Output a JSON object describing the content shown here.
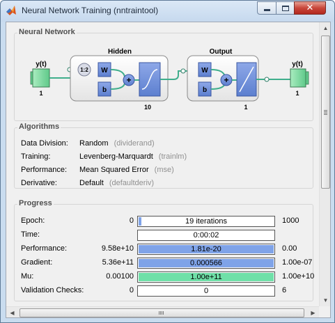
{
  "window": {
    "title": "Neural Network Training (nntraintool)"
  },
  "network": {
    "section_title": "Neural Network",
    "input_label": "y(t)",
    "input_size": "1",
    "hidden_title": "Hidden",
    "hidden_delay": "1:2",
    "hidden_size": "10",
    "output_title": "Output",
    "output_size": "1",
    "output_label": "y(t)",
    "output_count": "1",
    "weight_label": "W",
    "bias_label": "b",
    "sum_symbol": "+"
  },
  "algorithms": {
    "section_title": "Algorithms",
    "rows": [
      {
        "label": "Data Division:",
        "value": "Random",
        "fn": "(dividerand)"
      },
      {
        "label": "Training:",
        "value": "Levenberg-Marquardt",
        "fn": "(trainlm)"
      },
      {
        "label": "Performance:",
        "value": "Mean Squared Error",
        "fn": "(mse)"
      },
      {
        "label": "Derivative:",
        "value": "Default",
        "fn": "(defaultderiv)"
      }
    ]
  },
  "progress": {
    "section_title": "Progress",
    "rows": [
      {
        "label": "Epoch:",
        "start": "0",
        "text": "19 iterations",
        "end": "1000",
        "fill": 0.019,
        "color": "#7fa3e8"
      },
      {
        "label": "Time:",
        "start": "",
        "text": "0:00:02",
        "end": "",
        "fill": 0,
        "color": "#7fa3e8"
      },
      {
        "label": "Performance:",
        "start": "9.58e+10",
        "text": "1.81e-20",
        "end": "0.00",
        "fill": 1.0,
        "color": "#7fa3e8"
      },
      {
        "label": "Gradient:",
        "start": "5.36e+11",
        "text": "0.000566",
        "end": "1.00e-07",
        "fill": 1.0,
        "color": "#7fa3e8"
      },
      {
        "label": "Mu:",
        "start": "0.00100",
        "text": "1.00e+11",
        "end": "1.00e+10",
        "fill": 1.0,
        "color": "#6fe0a8"
      },
      {
        "label": "Validation Checks:",
        "start": "0",
        "text": "0",
        "end": "6",
        "fill": 0,
        "color": "#7fa3e8"
      }
    ]
  },
  "icons": {
    "app": "matlab-logo-icon",
    "minimize": "minimize-icon",
    "maximize": "maximize-icon",
    "close": "close-icon"
  },
  "colors": {
    "block_blue": "#6f8fd8",
    "connector_green": "#3fae8c",
    "io_green": "#7fd69a",
    "fill_blue": "#7fa3e8",
    "fill_green": "#6fe0a8"
  }
}
